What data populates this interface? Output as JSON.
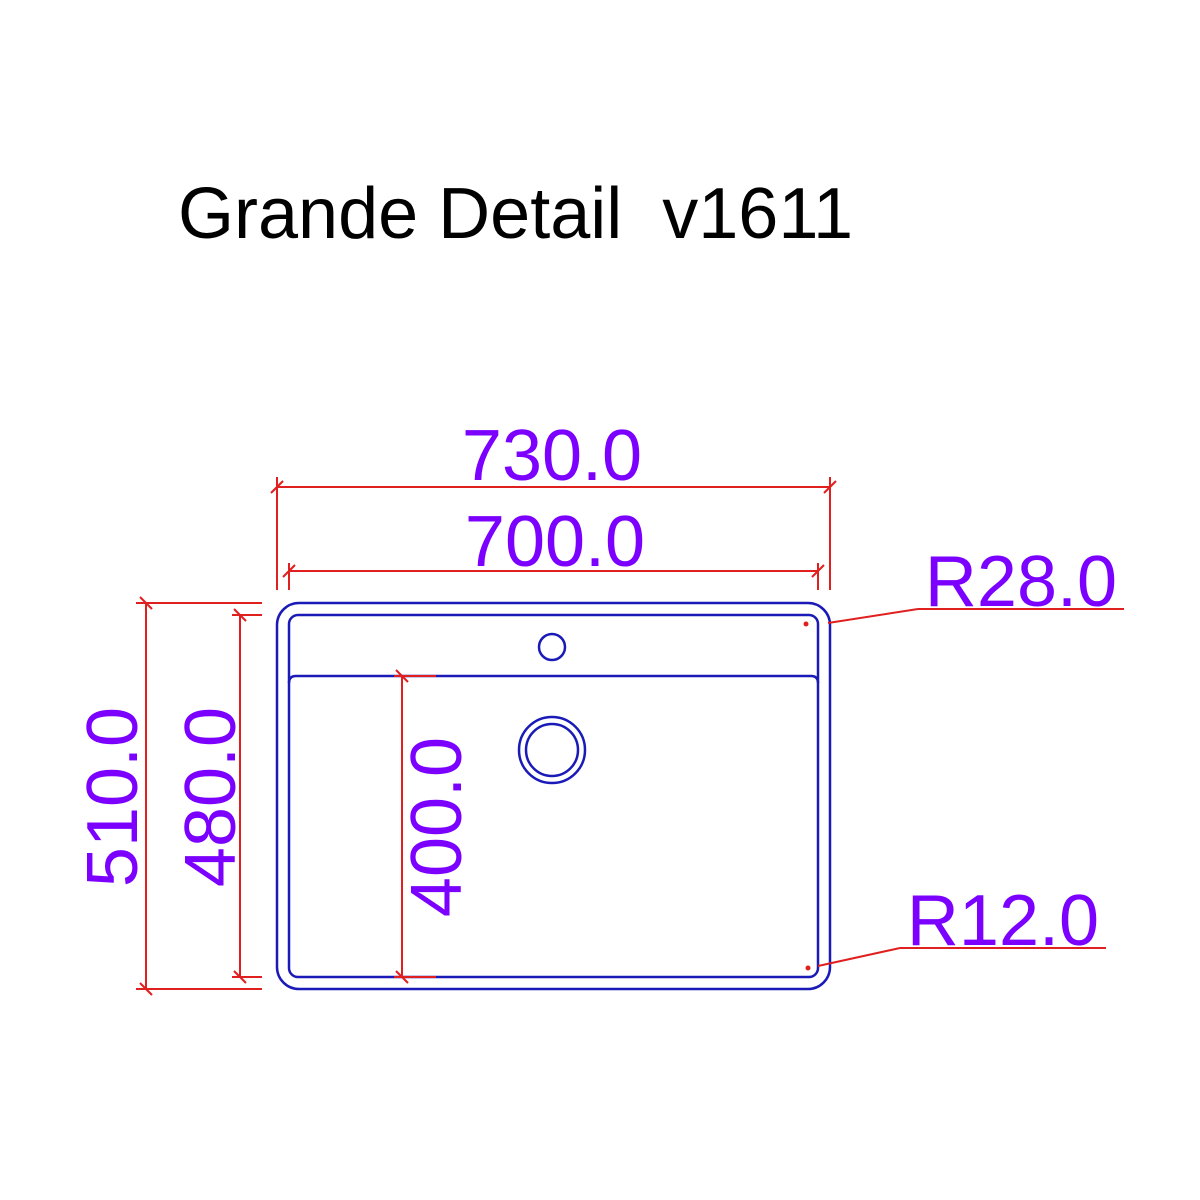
{
  "title": "Grande Detail  v1611",
  "dimensions": {
    "outer_width": "730.0",
    "inner_width": "700.0",
    "outer_height": "510.0",
    "inner_height": "480.0",
    "basin_depth": "400.0",
    "outer_radius": "R28.0",
    "inner_radius": "R12.0"
  },
  "colors": {
    "dimension_line": "#e0201e",
    "dimension_text": "#7b00ff",
    "outline": "#1a1ab8",
    "title": "#000000"
  }
}
